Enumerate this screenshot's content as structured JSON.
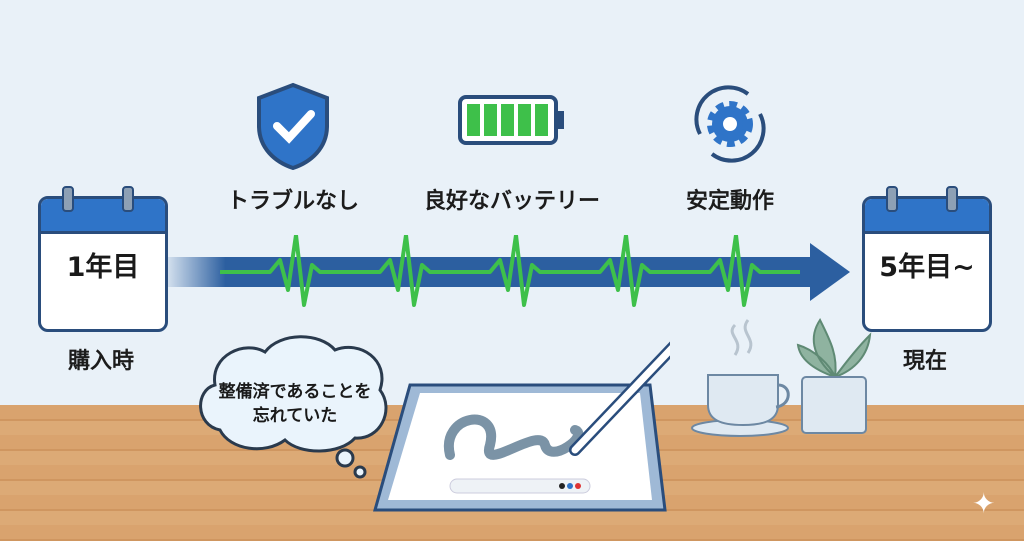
{
  "timeline": {
    "start": {
      "calendar_label": "1年目",
      "caption": "購入時"
    },
    "end": {
      "calendar_label": "5年目~",
      "caption": "現在"
    },
    "milestones": [
      {
        "icon": "shield-check-icon",
        "label": "トラブルなし"
      },
      {
        "icon": "battery-full-icon",
        "label": "良好なバッテリー"
      },
      {
        "icon": "gear-refresh-icon",
        "label": "安定動作"
      }
    ]
  },
  "thought_bubble": {
    "line1": "整備済であることを",
    "line2": "忘れていた"
  },
  "colors": {
    "arrow": "#2c5fa0",
    "pulse": "#3ec04a",
    "sky": "#e9f1f8",
    "desk": "#d9a36e"
  }
}
